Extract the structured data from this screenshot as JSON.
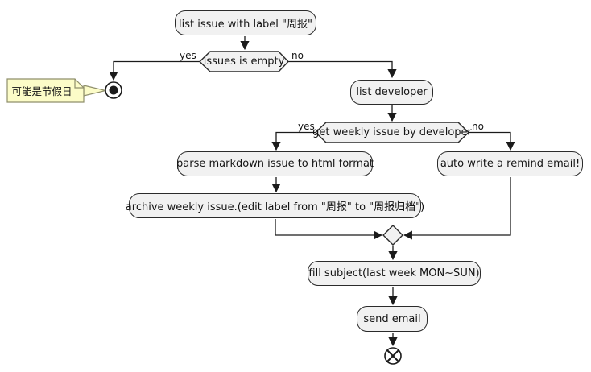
{
  "diagram": {
    "type": "activity-flowchart",
    "colors": {
      "background": "#ffffff",
      "activity_fill": "#f1f1f1",
      "activity_border": "#2b2b2b",
      "edge_line": "#1b1b1b",
      "note_fill": "#fcfcc8",
      "note_border": "#8f8f6b",
      "text": "#141414"
    },
    "nodes": {
      "activity_list_issue": {
        "label": "list issue with label \"周报\""
      },
      "decision_issues_empty": {
        "label": "issues is empty",
        "yes_label": "yes",
        "no_label": "no"
      },
      "note_holiday": {
        "text": "可能是节假日"
      },
      "activity_list_developer": {
        "label": "list developer"
      },
      "decision_weekly_issue": {
        "label": "get weekly issue by developer",
        "yes_label": "yes",
        "no_label": "no"
      },
      "activity_parse_markdown": {
        "label": "parse markdown issue to html format"
      },
      "activity_remind_email": {
        "label": "auto write a remind email!"
      },
      "activity_archive": {
        "label": "archive weekly issue.(edit label from \"周报\" to \"周报归档\")"
      },
      "activity_fill_subject": {
        "label": "fill subject(last week MON~SUN)"
      },
      "activity_send_email": {
        "label": "send email"
      }
    },
    "terminators": {
      "stop_node": "activity-final (circle with dot)",
      "end_node": "flow-final (circle with cross)"
    }
  }
}
